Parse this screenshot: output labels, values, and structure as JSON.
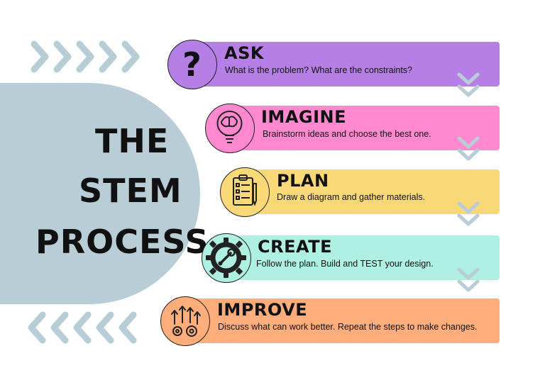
{
  "title": {
    "line1": "THE",
    "line2": "STEM",
    "line3": "PROCESS"
  },
  "colors": {
    "blob": "#b9cdd6",
    "chevron": "#b9cdd6",
    "ask": "#b57fe6",
    "imagine": "#ff88cf",
    "plan": "#f9d877",
    "create": "#aef0e1",
    "improve": "#ffad7a"
  },
  "steps": [
    {
      "title": "ASK",
      "description": "What is the problem?  What are the constraints?",
      "icon": "question-mark-icon"
    },
    {
      "title": "IMAGINE",
      "description": "Brainstorm ideas and choose the best one.",
      "icon": "brain-lightbulb-icon"
    },
    {
      "title": "PLAN",
      "description": "Draw a diagram and gather materials.",
      "icon": "clipboard-checklist-icon"
    },
    {
      "title": "CREATE",
      "description": "Follow the plan.  Build and TEST your design.",
      "icon": "gear-wrench-icon"
    },
    {
      "title": "IMPROVE",
      "description": "Discuss what can work better. Repeat the steps to make changes.",
      "icon": "arrows-gears-icon"
    }
  ]
}
